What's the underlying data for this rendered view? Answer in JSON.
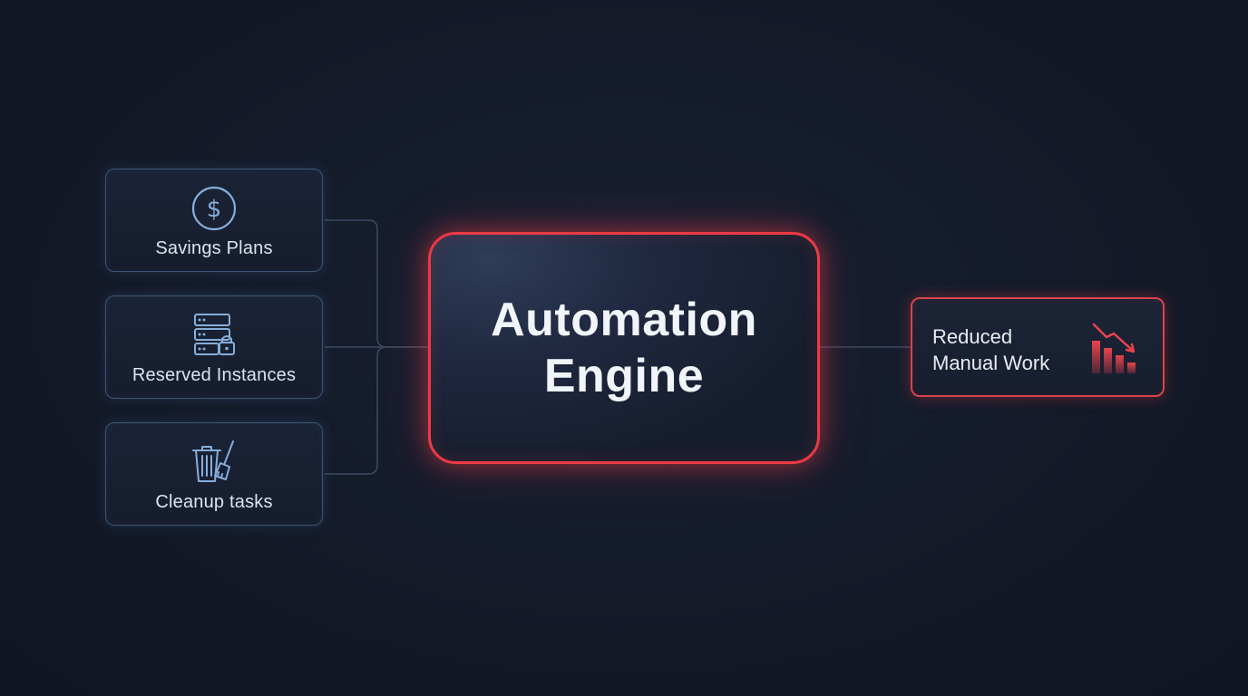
{
  "diagram": {
    "inputs": [
      {
        "label": "Savings Plans",
        "icon": "dollar-circle-icon"
      },
      {
        "label": "Reserved Instances",
        "icon": "server-lock-icon"
      },
      {
        "label": "Cleanup tasks",
        "icon": "trash-broom-icon"
      }
    ],
    "engine": {
      "line1": "Automation",
      "line2": "Engine"
    },
    "result": {
      "line1": "Reduced",
      "line2": "Manual Work",
      "icon": "declining-bar-chart-icon"
    },
    "colors": {
      "background": "#141a29",
      "accent_red": "#ea3b44",
      "input_border": "#3f5575",
      "icon_blue": "#86aedb",
      "connector": "#3a4a63"
    }
  }
}
